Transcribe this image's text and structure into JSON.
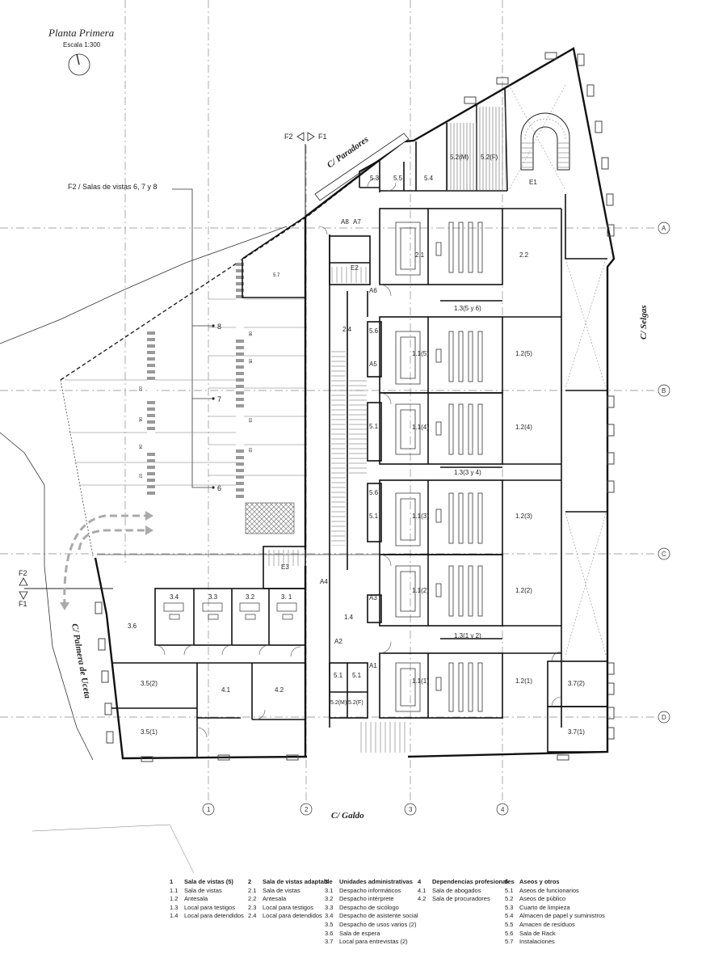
{
  "title": "Planta Primera",
  "scale": "Escala 1:300",
  "section_refs": {
    "top_f2": "F2",
    "top_f1": "F1",
    "left_f2": "F2",
    "left_f1": "F1",
    "f2_caption": "F2 / Salas de vistas 6, 7 y 8",
    "markers": [
      "8",
      "7",
      "6"
    ]
  },
  "streets": {
    "north": "C/ Paradores",
    "east": "C/ Selgas",
    "south": "C/ Galdo",
    "west": "C/ Palmera de Uceta"
  },
  "axes": {
    "rows": [
      "A",
      "B",
      "C",
      "D"
    ],
    "cols": [
      "1",
      "2",
      "3",
      "4"
    ]
  },
  "rooms": {
    "r2_1": "2.1",
    "r2_2": "2.2",
    "r2_4": "2.4",
    "r1_3_56": "1.3(5 y 6)",
    "r1_3_34": "1.3(3 y 4)",
    "r1_3_12": "1.3(1 y 2)",
    "r1_1_5": "1.1(5)",
    "r1_1_4": "1.1(4)",
    "r1_1_3": "1.1(3)",
    "r1_1_2": "1.1(2)",
    "r1_1_1": "1.1(1)",
    "r1_2_5": "1.2(5)",
    "r1_2_4": "1.2(4)",
    "r1_2_3": "1.2(3)",
    "r1_2_2": "1.2(2)",
    "r1_2_1": "1.2(1)",
    "r1_4": "1.4",
    "r5_3": "5.3",
    "r5_5": "5.5",
    "r5_4": "5.4",
    "r5_2m_top": "5.2(M)",
    "r5_2f_top": "5.2(F)",
    "r5_7": "5.7",
    "r5_6a": "5.6",
    "r5_6b": "5.6",
    "r5_1a": "5.1",
    "r5_1b": "5.1",
    "r5_1c": "5.1",
    "r5_1d": "5.1",
    "r5_2m_bot": "5.2(M)",
    "r5_2f_bot": "5.2(F)",
    "e1": "E1",
    "e2": "E2",
    "e3": "E3",
    "a1": "A1",
    "a2": "A2",
    "a3": "A3",
    "a4": "A4",
    "a5": "A5",
    "a6": "A6",
    "a7": "A7",
    "a8": "A8",
    "r3_4": "3.4",
    "r3_3": "3.3",
    "r3_2": "3.2",
    "r3_1": "3. 1",
    "r3_6": "3.6",
    "r3_5_2": "3.5(2)",
    "r3_5_1": "3.5(1)",
    "r4_1": "4.1",
    "r4_2": "4.2",
    "r3_7_2": "3.7(2)",
    "r3_7_1": "3.7(1)"
  },
  "parking_numbers": [
    "08",
    "05",
    "03",
    "02",
    "01",
    "06",
    "04",
    "07"
  ],
  "legend": [
    {
      "num": "1",
      "title": "Sala de vistas (5)",
      "items": [
        {
          "n": "1.1",
          "t": "Sala de vistas"
        },
        {
          "n": "1.2",
          "t": "Antesala"
        },
        {
          "n": "1.3",
          "t": "Local para testigos"
        },
        {
          "n": "1.4",
          "t": "Local para detendidos"
        }
      ]
    },
    {
      "num": "2",
      "title": "Sala de vistas adaptable",
      "items": [
        {
          "n": "2.1",
          "t": "Sala de vistas"
        },
        {
          "n": "2.2",
          "t": "Antesala"
        },
        {
          "n": "2.3",
          "t": "Local para testigos"
        },
        {
          "n": "2.4",
          "t": "Local para detendidos"
        }
      ]
    },
    {
      "num": "3",
      "title": "Unidades administrativas",
      "items": [
        {
          "n": "3.1",
          "t": "Despacho informáticos"
        },
        {
          "n": "3.2",
          "t": "Despacho intérprete"
        },
        {
          "n": "3.3",
          "t": "Despacho de sicólogo"
        },
        {
          "n": "3.4",
          "t": "Despacho de asistente social"
        },
        {
          "n": "3.5",
          "t": "Despacho de usos varios (2)"
        },
        {
          "n": "3.6",
          "t": "Sala de espera"
        },
        {
          "n": "3.7",
          "t": "Local para entrevistas (2)"
        }
      ]
    },
    {
      "num": "4",
      "title": "Dependencias profesionales",
      "items": [
        {
          "n": "4.1",
          "t": "Sala de abogados"
        },
        {
          "n": "4.2",
          "t": "Sala de procuradores"
        }
      ]
    },
    {
      "num": "5",
      "title": "Aseos y otros",
      "items": [
        {
          "n": "5.1",
          "t": "Aseos de funcionarios"
        },
        {
          "n": "5.2",
          "t": "Aseos de público"
        },
        {
          "n": "5.3",
          "t": "Cuarto de limpieza"
        },
        {
          "n": "5.4",
          "t": "Almacen de papel y suministros"
        },
        {
          "n": "5.5",
          "t": "Amacen de resíduos"
        },
        {
          "n": "5.6",
          "t": "Sala de Rack"
        },
        {
          "n": "5.7",
          "t": "Instalaciones"
        }
      ]
    }
  ]
}
